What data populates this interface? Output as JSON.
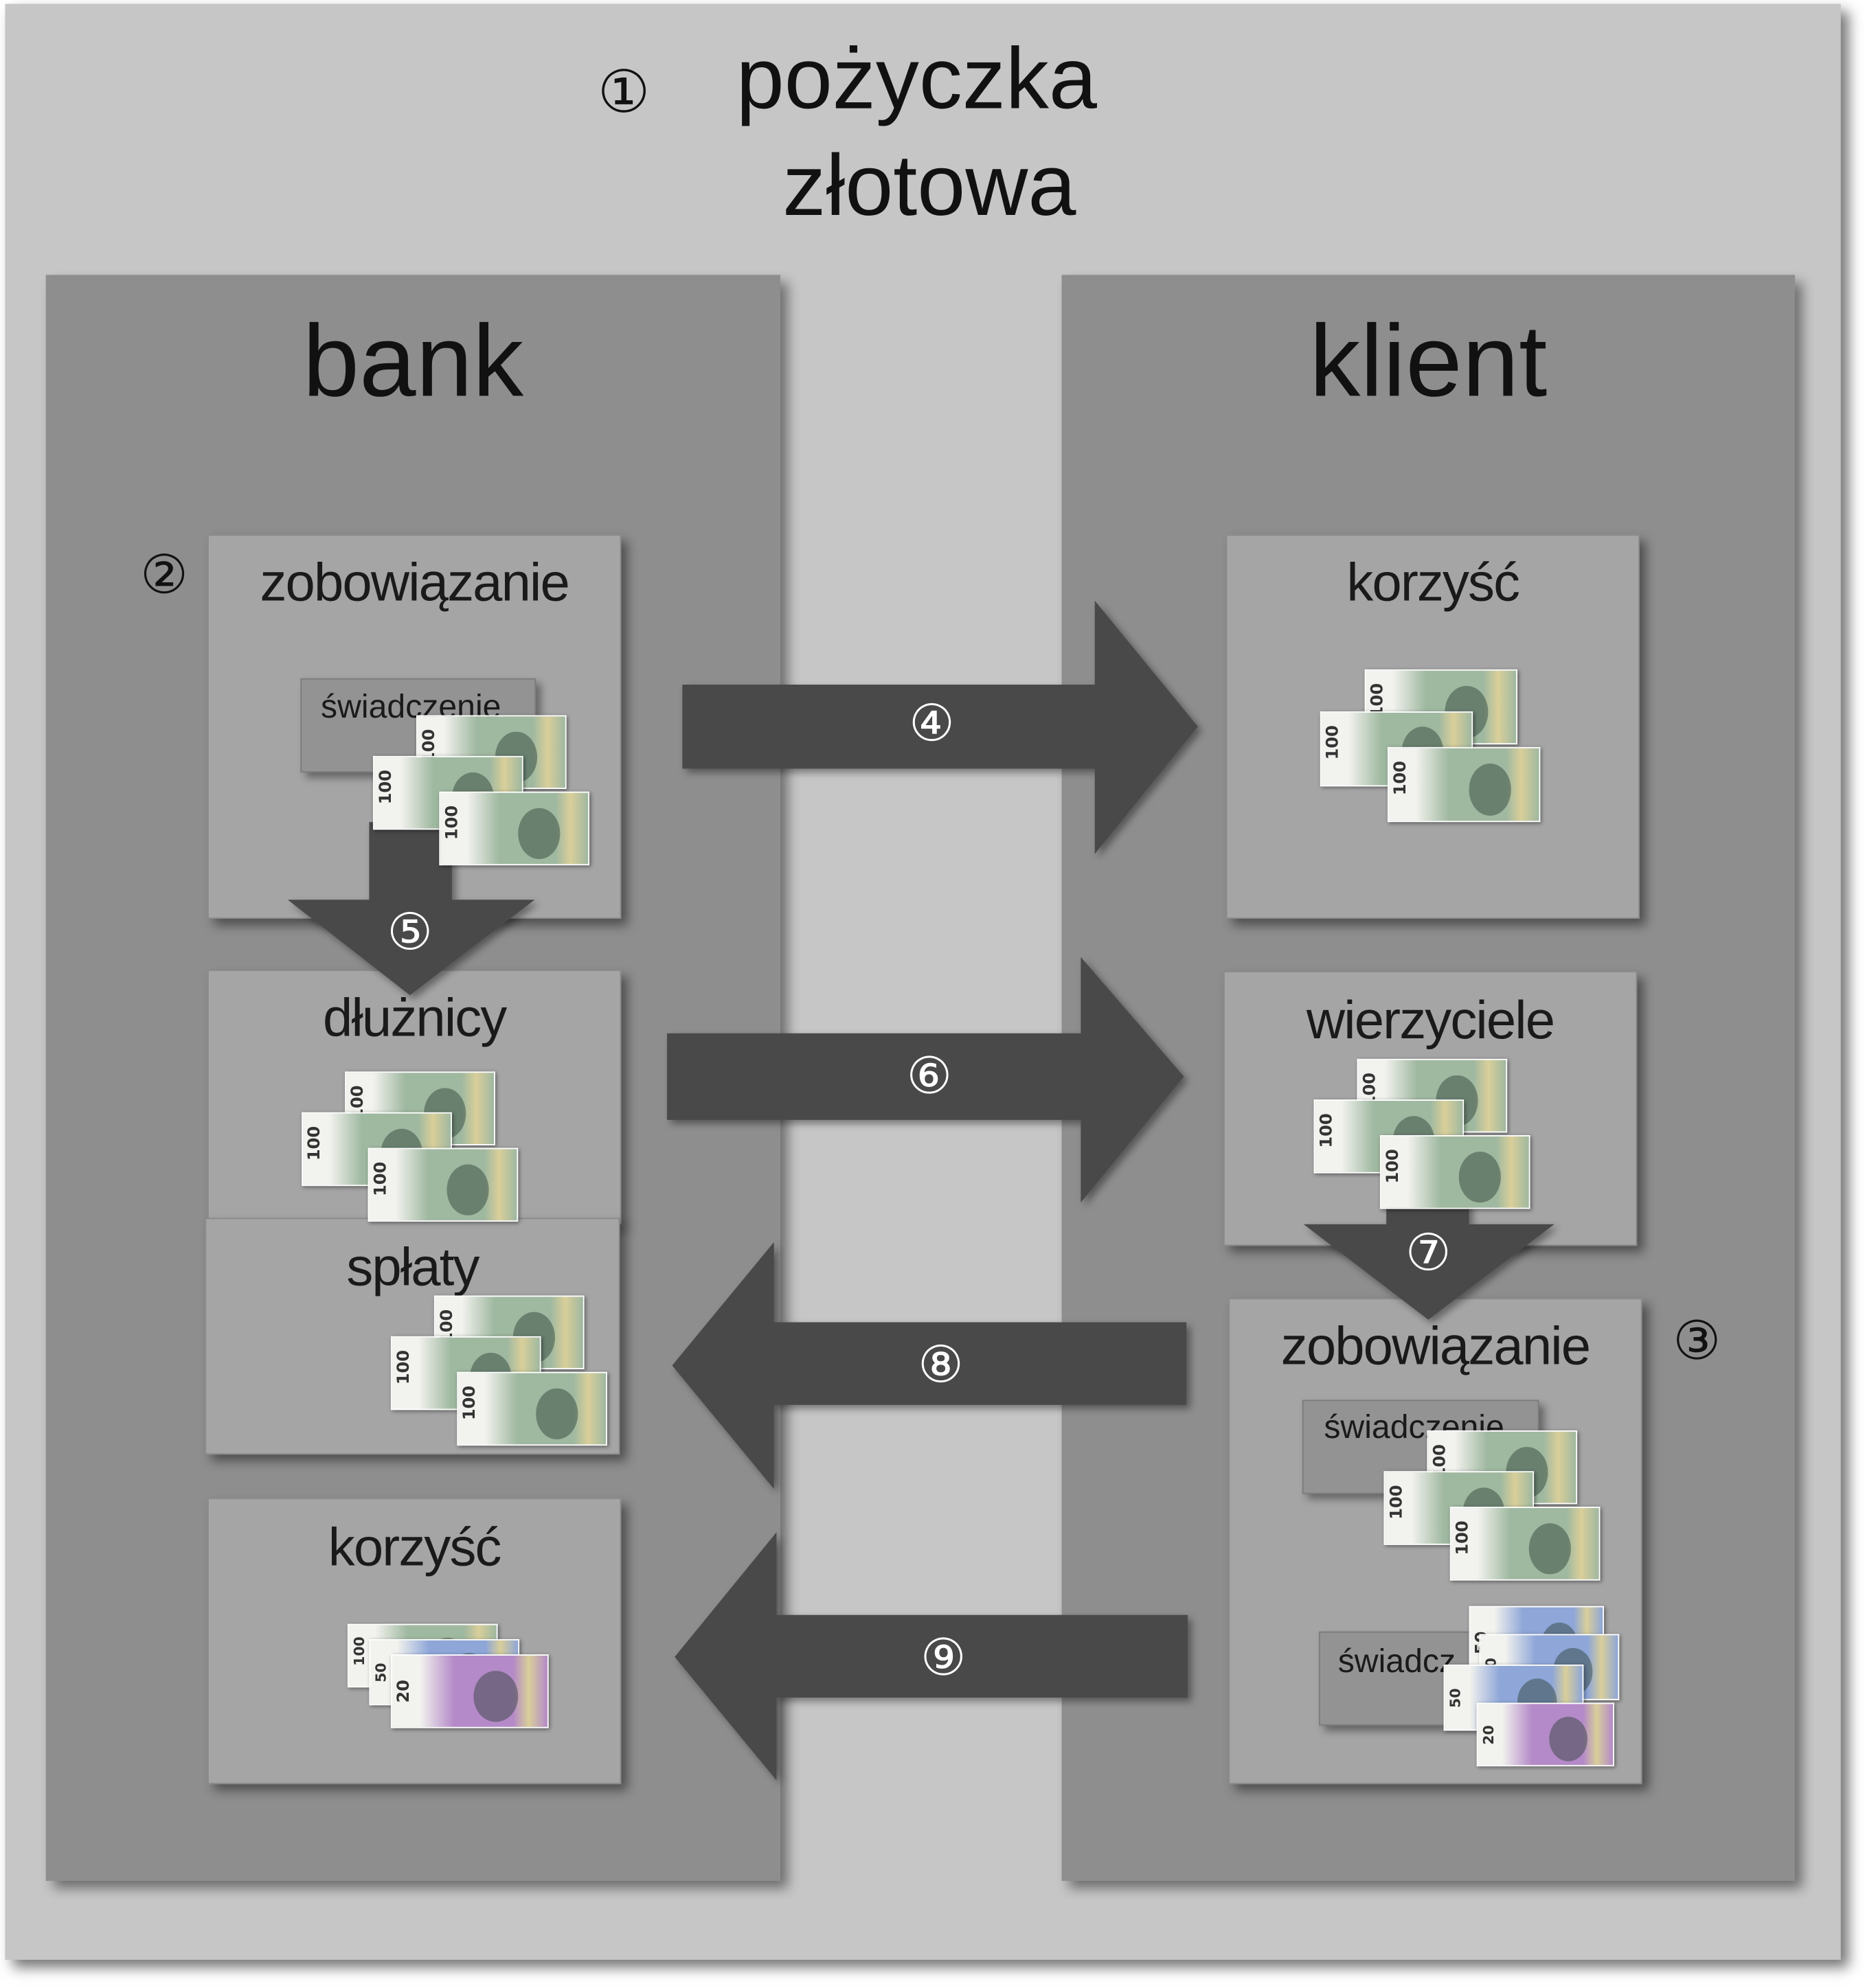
{
  "title": {
    "number": "①",
    "line1": "pożyczka",
    "line2": "złotowa"
  },
  "columns": {
    "bank": "bank",
    "klient": "klient"
  },
  "bank": {
    "marker": "②",
    "obligation": {
      "title": "zobowiązanie",
      "performance": "świadczenie"
    },
    "debtors": {
      "title": "dłużnicy"
    },
    "repayments": {
      "title": "spłaty"
    },
    "benefit": {
      "title": "korzyść"
    }
  },
  "klient": {
    "marker": "③",
    "benefit": {
      "title": "korzyść"
    },
    "creditors": {
      "title": "wierzyciele"
    },
    "obligation": {
      "title": "zobowiązanie",
      "performance_1": "świadczenie",
      "performance_2": "świadcz"
    }
  },
  "arrows": {
    "a4": "④",
    "a5": "⑤",
    "a6": "⑥",
    "a7": "⑦",
    "a8": "⑧",
    "a9": "⑨"
  },
  "banknotes": {
    "denomination_100": "100",
    "denomination_50": "50",
    "denomination_20": "20"
  },
  "colors": {
    "outer": "#c6c6c6",
    "column": "#8e8e8e",
    "box": "#a5a5a5",
    "arrow": "#4a4a4a",
    "note_green": "#9fb8a0",
    "note_blue": "#8ea6d8",
    "note_purple": "#b48ac8"
  }
}
